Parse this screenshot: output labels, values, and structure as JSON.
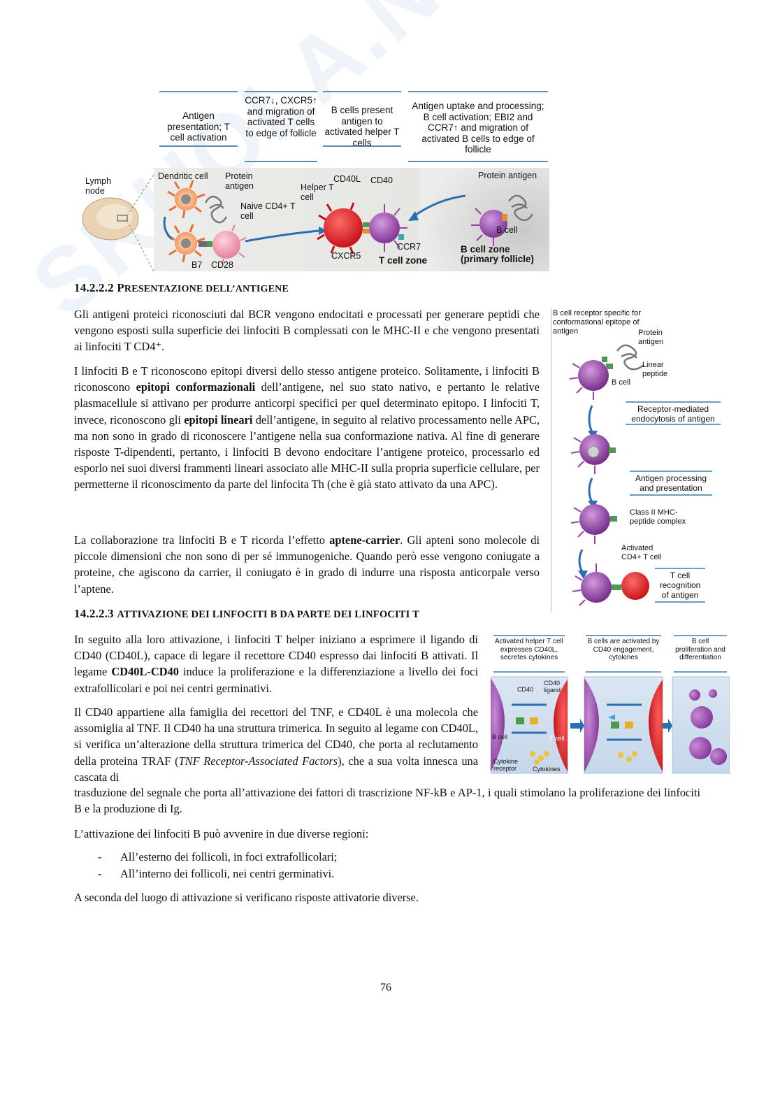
{
  "watermark": "SKUOLA.NET",
  "top_figure": {
    "col_headers": [
      "Antigen presentation; T cell activation",
      "CCR7↓, CXCR5↑ and migration of activated T cells to edge of follicle",
      "B cells present antigen to activated helper T cells",
      "Antigen uptake and processing; B cell activation; EBI2 and CCR7↑ and migration of activated B cells to edge of follicle"
    ],
    "labels": {
      "lymph_node": "Lymph node",
      "dendritic_cell": "Dendritic cell",
      "protein_antigen": "Protein antigen",
      "naive_cd4": "Naive CD4+ T cell",
      "b7": "B7",
      "cd28": "CD28",
      "helper_t": "Helper T cell",
      "cd40l": "CD40L",
      "cd40": "CD40",
      "cxcr5": "CXCR5",
      "ccr7": "CCR7",
      "t_cell_zone": "T cell zone",
      "protein_antigen_right": "Protein antigen",
      "b_cell": "B cell",
      "b_cell_zone": "B cell zone (primary follicle)"
    }
  },
  "section1": {
    "number": "14.2.2.2",
    "title_first": "P",
    "title_rest": "RESENTAZIONE DELL’ANTIGENE",
    "paragraphs": [
      "Gli antigeni proteici riconosciuti dal BCR vengono endocitati e processati per generare peptidi che vengono esposti sulla superficie dei linfociti B complessati con le MHC-II e che vengono presentati ai linfociti T CD4⁺.",
      "I linfociti B e T riconoscono epitopi diversi dello stesso antigene proteico. Solitamente, i linfociti B riconoscono epitopi conformazionali dell’antigene, nel suo stato nativo, e pertanto le relative plasmacellule si attivano per produrre anticorpi specifici per quel determinato epitopo. I linfociti T, invece, riconoscono gli epitopi lineari dell’antigene, in seguito al relativo processamento nelle APC, ma non sono in grado di riconoscere l’antigene nella sua conformazione nativa. Al fine di generare risposte T-dipendenti, pertanto, i linfociti B devono endocitare l’antigene proteico, processarlo ed esporlo nei suoi diversi frammenti lineari associato alle MHC-II sulla propria superficie cellulare, per permetterne il riconoscimento da parte del linfocita Th (che è già stato attivato da una APC).",
      "La collaborazione tra linfociti B e T ricorda l’effetto aptene-carrier. Gli apteni sono molecole di piccole dimensioni che non sono di per sé immunogeniche. Quando però esse vengono coniugate a proteine, che agiscono da carrier, il coniugato è in grado di indurre una risposta anticorpale verso l’aptene."
    ],
    "bold_terms": [
      "epitopi conformazionali",
      "epitopi lineari",
      "aptene-carrier"
    ]
  },
  "side_figure": {
    "bcr_label": "B cell receptor specific for conformational epitope of antigen",
    "protein_antigen": "Protein antigen",
    "linear_peptide": "Linear peptide",
    "b_cell": "B cell",
    "step1": "Receptor-mediated endocytosis of antigen",
    "step2": "Antigen processing and presentation",
    "mhc_complex": "Class II MHC-peptide complex",
    "activated_t": "Activated CD4+ T cell",
    "step3": "T cell recognition of antigen"
  },
  "section2": {
    "number": "14.2.2.3",
    "title": "ATTIVAZIONE DEI LINFOCITI B DA PARTE DEI LINFOCITI T",
    "p1": "In seguito alla loro attivazione, i linfociti T helper iniziano a esprimere il ligando di CD40 (CD40L), capace di legare il recettore CD40 espresso dai linfociti B attivati. Il legame CD40L-CD40 induce la proliferazione e la differenziazione a livello dei foci extrafollicolari e poi nei centri germinativi.",
    "p2a": "Il CD40 appartiene alla famiglia dei recettori del TNF, e CD40L è una molecola che assomiglia al TNF. Il CD40 ha una struttura trimerica. In seguito al legame con CD40L, si verifica un’alterazione della struttura trimerica del CD40, che porta al reclutamento della proteina TRAF (TNF Receptor-Associated Factors), che a sua volta innesca una cascata di",
    "p2b": "trasduzione del segnale che porta all’attivazione dei fattori di trascrizione NF-kB e AP-1, i quali stimolano la proliferazione dei linfociti B e la produzione di Ig.",
    "p3": "L’attivazione dei linfociti B può avvenire in due diverse regioni:",
    "bullets": [
      "All’esterno dei follicoli, in foci extrafollicolari;",
      "All’interno dei follicoli, nei centri germinativi."
    ],
    "p4": "A seconda del luogo di attivazione si verificano risposte attivatorie diverse."
  },
  "cd40_figure": {
    "headers": [
      "Activated helper T cell expresses CD40L, secretes cytokines",
      "B cells are activated by CD40 engagement, cytokines",
      "B cell proliferation and differentiation"
    ],
    "cd40": "CD40",
    "cd40_ligand": "CD40 ligand",
    "b_cell": "B cell",
    "t_cell": "T cell",
    "cytokine_receptor": "Cytokine receptor",
    "cytokines": "Cytokines"
  },
  "page_number": "76"
}
